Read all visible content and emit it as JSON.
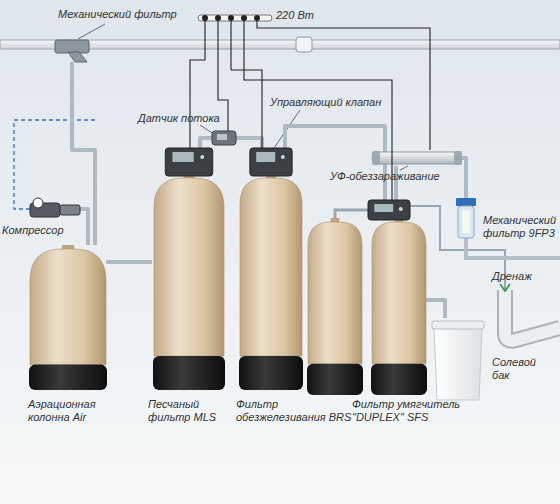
{
  "diagram": {
    "nodes": [
      {
        "text": [
          "Механический фильтр"
        ]
      },
      {
        "text": [
          "Компрессор"
        ]
      },
      {
        "text": [
          "Аэрационная колонна Air"
        ]
      },
      {
        "text": [
          "Песчаный фильтр MLS"
        ]
      },
      {
        "text": [
          "Фильтр обезжелезивания BRS"
        ]
      },
      {
        "text": [
          "Фильтр умягчитель \"DUPLEX\" SFS"
        ]
      },
      {
        "text": [
          "УФ-обеззараживание"
        ]
      },
      {
        "text": [
          "Механический фильтр 9FP3"
        ]
      },
      {
        "text": [
          "Солевой бак"
        ]
      }
    ],
    "edges": [
      {
        "from": 0,
        "to": 2,
        "arrow": "none"
      },
      {
        "from": 1,
        "to": 2,
        "arrow": "none"
      },
      {
        "from": 2,
        "to": 3,
        "arrow": "none"
      },
      {
        "from": 3,
        "to": 4,
        "arrow": "none"
      },
      {
        "from": 4,
        "to": 5,
        "arrow": "none"
      },
      {
        "from": 5,
        "to": 8,
        "arrow": "none"
      },
      {
        "from": 5,
        "to": 6,
        "arrow": "none"
      },
      {
        "from": 6,
        "to": 7,
        "arrow": "none"
      }
    ],
    "labels": [
      "220 Вт",
      "Датчик потока",
      "Управляющий клапан",
      "Дренаж"
    ]
  }
}
